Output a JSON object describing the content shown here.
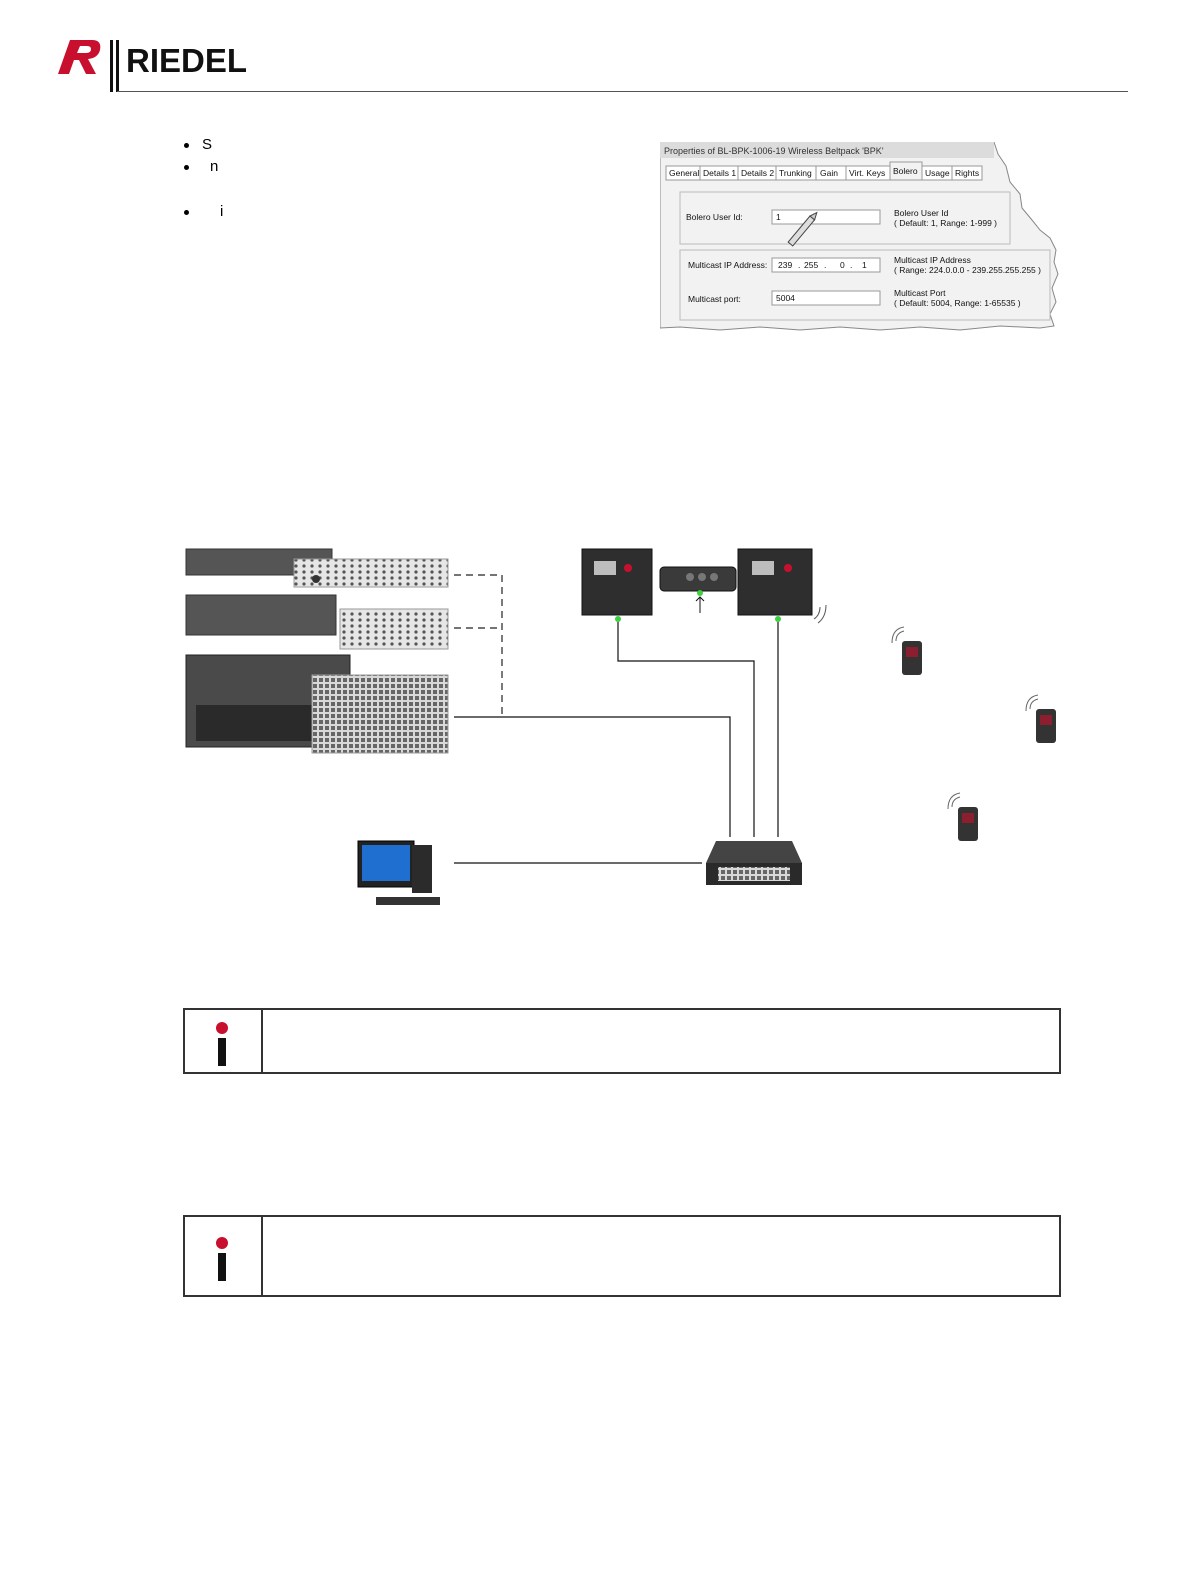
{
  "header": {
    "brand": "RIEDEL"
  },
  "bullets": [
    {
      "text": "S"
    },
    {
      "text": "n"
    },
    {
      "text": "i"
    }
  ],
  "dialog": {
    "title": "Properties of BL-BPK-1006-19 Wireless Beltpack 'BPK'",
    "tabs": [
      "General",
      "Details 1",
      "Details 2",
      "Trunking",
      "Gain",
      "Virt. Keys",
      "Bolero",
      "Usage",
      "Rights"
    ],
    "active_tab": "Bolero",
    "user_id": {
      "label": "Bolero User Id:",
      "value": "1",
      "hint_title": "Bolero User Id",
      "hint_detail": "( Default: 1, Range: 1-999 )"
    },
    "multicast_ip": {
      "label": "Multicast IP Address:",
      "octets": [
        "239",
        "255",
        "0",
        "1"
      ],
      "hint_title": "Multicast IP Address",
      "hint_detail": "( Range: 224.0.0.0 - 239.255.255.255 )"
    },
    "multicast_port": {
      "label": "Multicast port:",
      "value": "5004",
      "hint_title": "Multicast Port",
      "hint_detail": "( Default: 5004, Range: 1-65535 )"
    }
  },
  "notes": [
    {
      "text": ""
    },
    {
      "text": ""
    }
  ],
  "colors": {
    "brand_red": "#c8102e",
    "status_led": "#3fcf3f",
    "device_dark": "#2e2e2e"
  }
}
